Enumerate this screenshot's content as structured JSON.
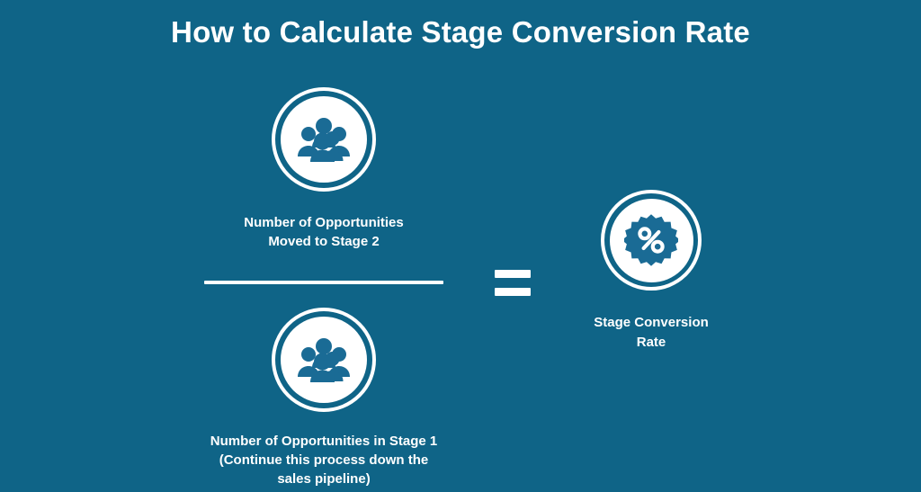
{
  "page": {
    "title": "How to Calculate Stage Conversion Rate",
    "background_color": "#0f6487",
    "foreground_color": "#ffffff"
  },
  "formula": {
    "numerator": {
      "icon": "people-group-icon",
      "lines": [
        "Number of Opportunities",
        "Moved to Stage 2"
      ],
      "text": "Number of Opportunities\nMoved to Stage 2"
    },
    "divider": {
      "symbol": "fraction-bar"
    },
    "denominator": {
      "icon": "people-group-icon",
      "lines": [
        "Number of Opportunities in Stage 1",
        "(Continue this process down the",
        "sales pipeline)"
      ],
      "text": "Number of Opportunities in Stage 1\n(Continue this process down the\nsales pipeline)"
    },
    "operator": {
      "symbol": "=",
      "name": "equals-sign"
    },
    "result": {
      "icon": "percent-badge-icon",
      "lines": [
        "Stage Conversion",
        "Rate"
      ],
      "text": "Stage Conversion\nRate"
    }
  }
}
